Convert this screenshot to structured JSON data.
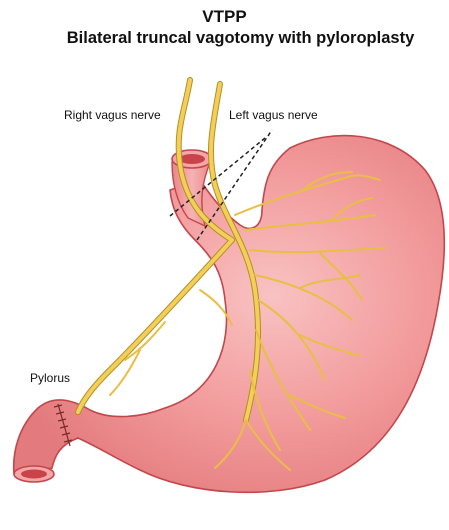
{
  "title": "VTPP",
  "subtitle": "Bilateral truncal vagotomy with pyloroplasty",
  "labels": {
    "right_vagus": "Right vagus nerve",
    "left_vagus": "Left vagus nerve",
    "pylorus": "Pylorus"
  },
  "colors": {
    "stomach_fill": "#f08a8c",
    "stomach_light": "#f7b3b4",
    "stomach_outline": "#c2474c",
    "nerve": "#f2cf5b",
    "nerve_outline": "#b58e22",
    "cut_line": "#222222",
    "suture": "#7a2a2a"
  }
}
